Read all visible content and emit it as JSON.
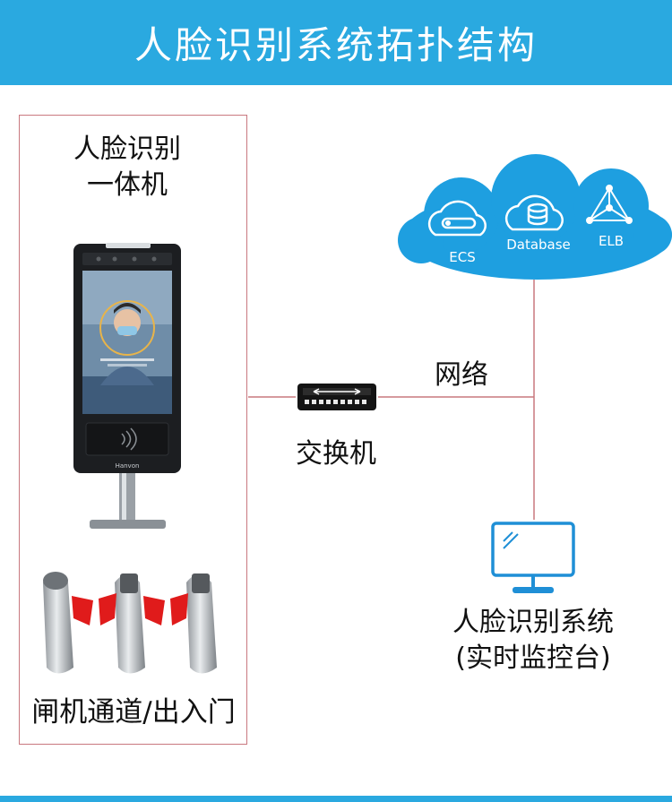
{
  "header": {
    "title": "人脸识别系统拓扑结构"
  },
  "device": {
    "title_line1": "人脸识别",
    "title_line2": "一体机",
    "brand": "Hanvon"
  },
  "gates": {
    "label": "闸机通道/出入门"
  },
  "switch": {
    "label": "交换机"
  },
  "network": {
    "label": "网络"
  },
  "cloud": {
    "items": [
      {
        "label": "ECS",
        "icon": "server-icon"
      },
      {
        "label": "Database",
        "icon": "database-icon"
      },
      {
        "label": "ELB",
        "icon": "load-balancer-icon"
      }
    ]
  },
  "console": {
    "line1": "人脸识别系统",
    "line2": "(实时监控台)"
  },
  "colors": {
    "header": "#2aa9e0",
    "cloud": "#1e9fe0",
    "line": "#c9787f",
    "monitor": "#1f8fd6"
  }
}
